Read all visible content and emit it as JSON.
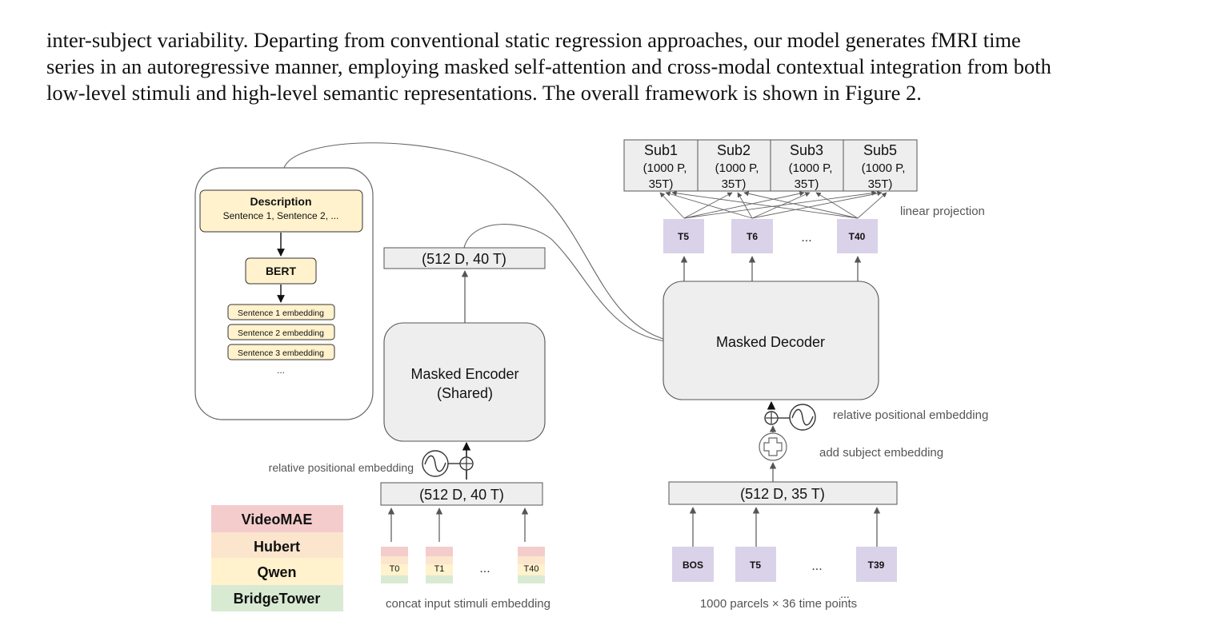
{
  "paragraph": {
    "lines": [
      "inter-subject variability. Departing from conventional static regression approaches, our model generates fMRI time",
      "series in an autoregressive manner, employing masked self-attention and cross-modal contextual integration from both",
      "low-level stimuli and high-level semantic representations. The overall framework is shown in Figure 2."
    ]
  },
  "figure": {
    "description_box": {
      "title": "Description",
      "subtitle": "Sentence 1, Sentence 2, ...",
      "bert_label": "BERT",
      "embeddings": [
        "Sentence 1 embedding",
        "Sentence 2 embedding",
        "Sentence 3 embedding"
      ],
      "more": "..."
    },
    "encoder": {
      "label_line1": "Masked Encoder",
      "label_line2": "(Shared)",
      "output_shape": "(512 D, 40 T)",
      "input_shape": "(512 D, 40 T)",
      "pos_embedding_label": "relative positional embedding",
      "tokens": [
        "T0",
        "T1",
        "T40"
      ],
      "tokens_ellipsis": "...",
      "caption": "concat input stimuli embedding"
    },
    "legend": {
      "items": [
        {
          "label": "VideoMAE",
          "color": "#f4cccc"
        },
        {
          "label": "Hubert",
          "color": "#fce5cd"
        },
        {
          "label": "Qwen",
          "color": "#fff2cc"
        },
        {
          "label": "BridgeTower",
          "color": "#d9ead3"
        }
      ]
    },
    "decoder": {
      "label": "Masked Decoder",
      "input_shape": "(512 D, 35 T)",
      "pos_embedding_label": "relative positional embedding",
      "subject_embedding_label": "add subject embedding",
      "input_tokens": [
        "BOS",
        "T5",
        "T39"
      ],
      "output_tokens": [
        "T5",
        "T6",
        "T40"
      ],
      "tokens_ellipsis": "...",
      "caption": "1000 parcels × 36 time points",
      "caption_dots": "...",
      "projection_label": "linear projection"
    },
    "subjects": [
      {
        "name": "Sub1",
        "line1": "(1000 P,",
        "line2": "35T)"
      },
      {
        "name": "Sub2",
        "line1": "(1000 P,",
        "line2": "35T)"
      },
      {
        "name": "Sub3",
        "line1": "(1000 P,",
        "line2": "35T)"
      },
      {
        "name": "Sub5",
        "line1": "(1000 P,",
        "line2": "35T)"
      }
    ],
    "colors": {
      "box_fill": "#eeeeee",
      "token_purple": "#d9d2e9",
      "description_fill": "#fff2cc",
      "line": "#555555"
    }
  }
}
